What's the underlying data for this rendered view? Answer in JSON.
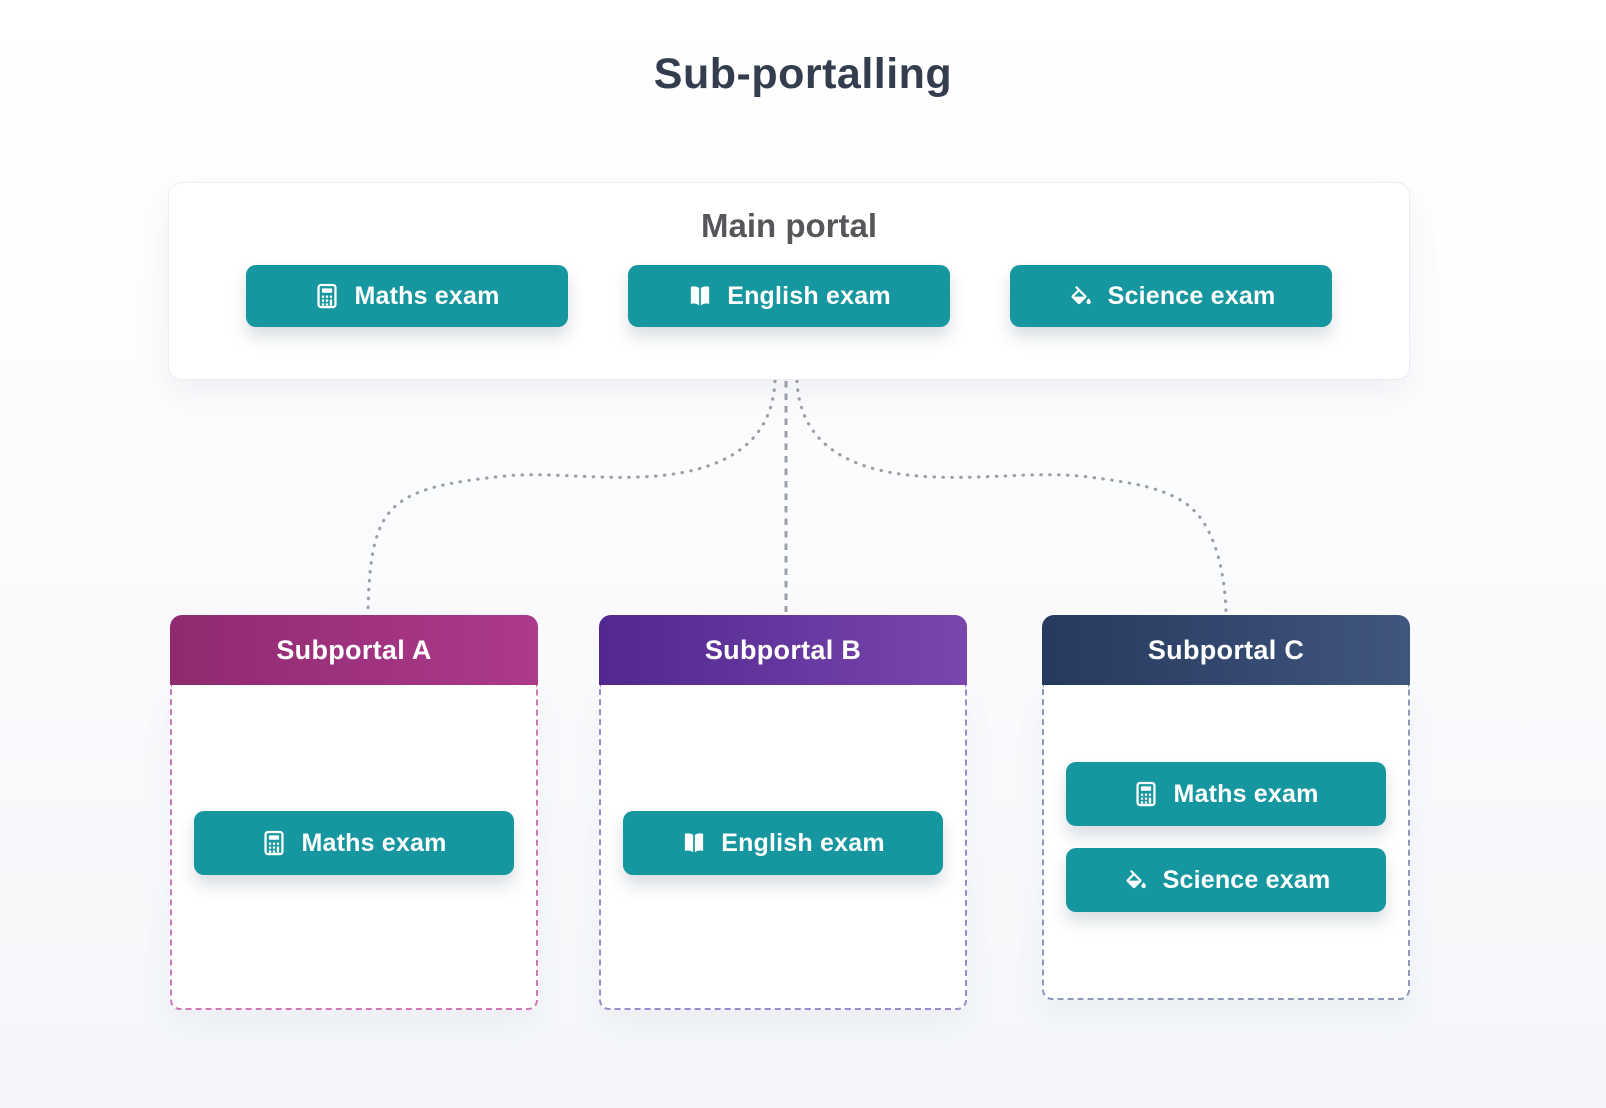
{
  "page": {
    "title": "Sub-portalling"
  },
  "main_portal": {
    "title": "Main portal",
    "buttons": [
      {
        "label": "Maths exam",
        "icon": "calculator-icon"
      },
      {
        "label": "English exam",
        "icon": "open-book-icon"
      },
      {
        "label": "Science exam",
        "icon": "fill-drip-icon"
      }
    ]
  },
  "subportals": [
    {
      "title": "Subportal A",
      "header_gradient": [
        "#8f2a70",
        "#ad3a8c"
      ],
      "border_color": "#cc7ab5",
      "buttons": [
        {
          "label": "Maths exam",
          "icon": "calculator-icon"
        }
      ]
    },
    {
      "title": "Subportal B",
      "header_gradient": [
        "#50288f",
        "#7a46ad"
      ],
      "border_color": "#9c8bcb",
      "buttons": [
        {
          "label": "English exam",
          "icon": "open-book-icon"
        }
      ]
    },
    {
      "title": "Subportal C",
      "header_gradient": [
        "#26395e",
        "#41567e"
      ],
      "border_color": "#8d99b7",
      "buttons": [
        {
          "label": "Maths exam",
          "icon": "calculator-icon"
        },
        {
          "label": "Science exam",
          "icon": "fill-drip-icon"
        }
      ]
    }
  ],
  "colors": {
    "button_teal": "#16969e",
    "connector_gray": "#9ba0a8",
    "title_color": "#343d4e"
  }
}
